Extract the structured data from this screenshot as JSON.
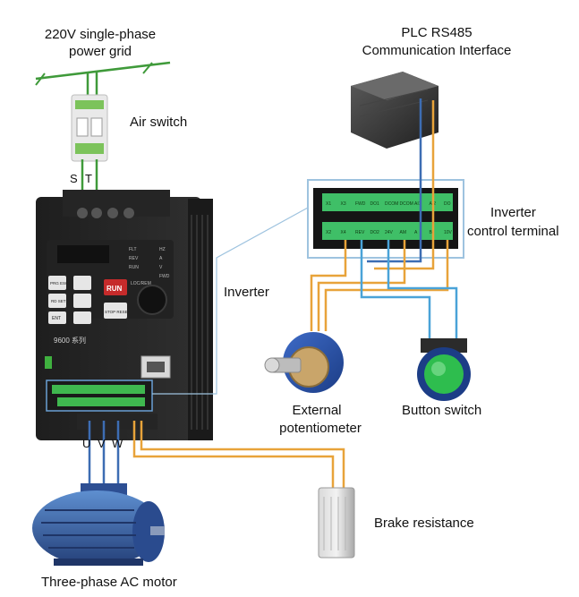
{
  "labels": {
    "power_grid_line1": "220V single-phase",
    "power_grid_line2": "power grid",
    "air_switch": "Air switch",
    "plc_line1": "PLC RS485",
    "plc_line2": "Communication Interface",
    "inverter_terminal_line1": "Inverter",
    "inverter_terminal_line2": "control terminal",
    "inverter": "Inverter",
    "potentiometer_line1": "External",
    "potentiometer_line2": "potentiometer",
    "button_switch": "Button switch",
    "brake_resistance": "Brake resistance",
    "motor": "Three-phase AC motor",
    "input_s": "S",
    "input_t": "T",
    "output_u": "U",
    "output_v": "V",
    "output_w": "W"
  },
  "inverter_panel": {
    "status_flt": "FLT",
    "status_rev": "REV",
    "status_run": "RUN",
    "status_hz": "HZ",
    "status_a": "A",
    "status_v": "V",
    "status_fwd": "FWD",
    "key_prg_esc": "PRG ESC",
    "key_rd_set": "RD SET",
    "key_ent": "ENT",
    "key_run": "RUN",
    "key_loc_rem": "LOC/REM",
    "key_stop_reset": "STOP RESET",
    "series": "9600 系列"
  },
  "terminal_block": {
    "top_row": [
      "X1",
      "X3",
      "FWD",
      "DO1",
      "DCOM",
      "DCOM",
      "AI1",
      "AI2",
      "DO"
    ],
    "bottom_row": [
      "X2",
      "X4",
      "REV",
      "DO2",
      "24V",
      "AM",
      "A",
      "B",
      "10V"
    ]
  },
  "colors": {
    "wire_orange": "#e8a33a",
    "wire_blue": "#3d6db3",
    "wire_lightblue": "#4aa3d8",
    "callout_frame": "#9ec3df",
    "grid_line": "#3f9a3a"
  }
}
